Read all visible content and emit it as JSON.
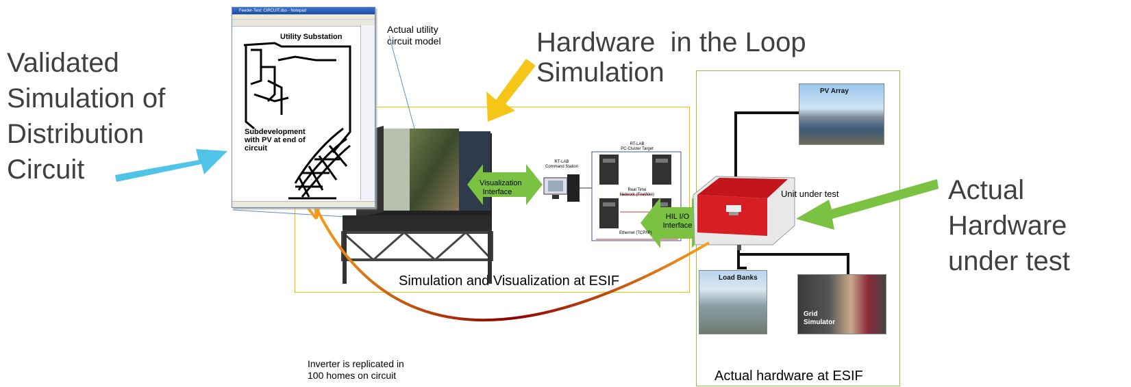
{
  "left_label": {
    "lines": [
      "Validated",
      "Simulation of",
      "Distribution",
      "Circuit"
    ]
  },
  "circuit_window": {
    "titlebar": "Feeder-Test: CIRCUIT.dss - Notepad",
    "utility_substation": "Utility Substation",
    "subdevelopment": [
      "Subdevelopment",
      "with PV at end of",
      "circuit"
    ]
  },
  "circuit_model_note": [
    "Actual utility",
    "circuit model"
  ],
  "hil_title": [
    "Hardware  in the Loop",
    "Simulation"
  ],
  "viz_interface": [
    "Visualization",
    "Interface"
  ],
  "hil_io": [
    "HIL I/O",
    "Interface"
  ],
  "rtlab_station": [
    "RT-LAB",
    "Command Station"
  ],
  "rtlab_cluster": [
    "RT-LAB",
    "PC-Cluster Target"
  ],
  "realtime_network": [
    "Real Time",
    "Network (FireWire)"
  ],
  "ethernet": "Ethernet (TCP/IP)",
  "sim_caption": "Simulation and Visualization at ESIF",
  "unit_under_test": "Unit under test",
  "pv_array": "PV Array",
  "load_banks": "Load Banks",
  "grid_simulator": [
    "Grid",
    "Simulator"
  ],
  "hw_caption": "Actual hardware at ESIF",
  "right_label": {
    "lines": [
      "Actual",
      "Hardware",
      "under test"
    ]
  },
  "inverter_note": [
    "Inverter is replicated in",
    "100 homes on circuit"
  ],
  "colors": {
    "blue_arrow": "#4fc3e8",
    "yellow_arrow": "#f5c518",
    "green_arrow": "#7cc242",
    "sim_box": "#f5c518",
    "hw_box": "#8cc63f"
  }
}
